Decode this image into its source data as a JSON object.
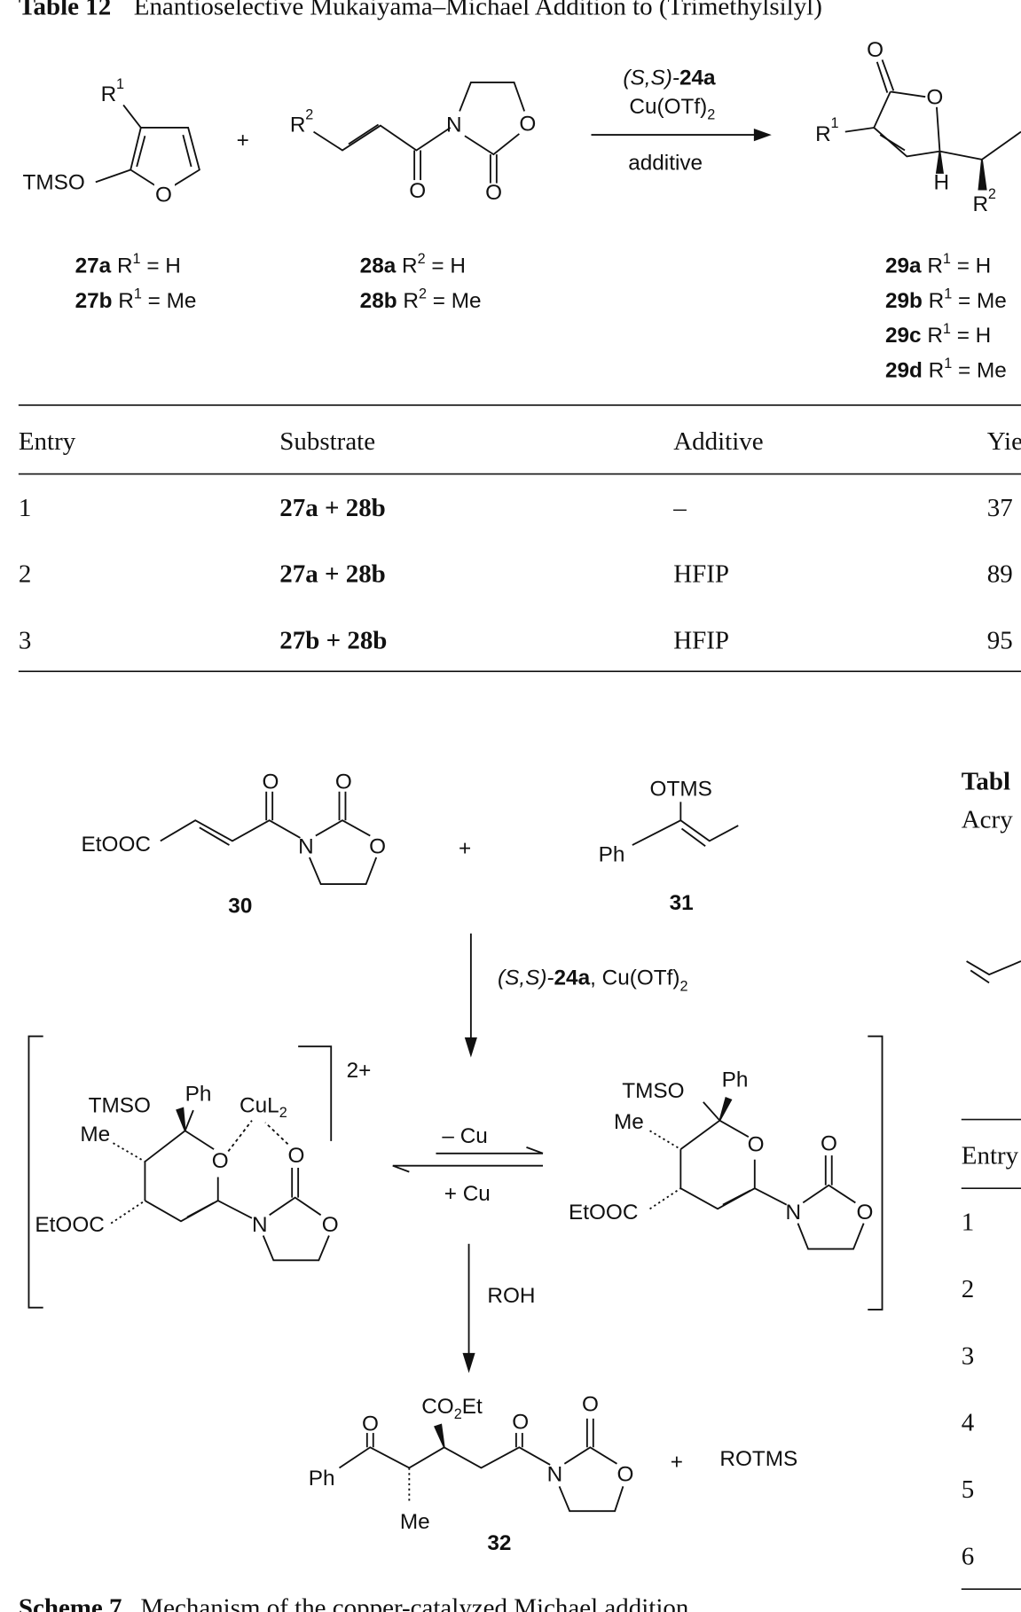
{
  "table12": {
    "title_label": "Table 12",
    "title_text": "Enantioselective Mukaiyama–Michael Addition to (Trimethylsilyl)",
    "scheme": {
      "r1": "R",
      "r1_sup": "1",
      "tmso": "TMSO",
      "o": "O",
      "plus": "+",
      "r2": "R",
      "r2_sup": "2",
      "n": "N",
      "h": "H",
      "cond_line1_pre": "(S,S)-",
      "cond_line1_bold": "24a",
      "cond_line2": "Cu(OTf)",
      "cond_line2_sub": "2",
      "cond_line3": "additive",
      "compounds_27": [
        {
          "id": "27a",
          "text": " R",
          "sup": "1",
          "rest": " = H"
        },
        {
          "id": "27b",
          "text": " R",
          "sup": "1",
          "rest": " = Me"
        }
      ],
      "compounds_28": [
        {
          "id": "28a",
          "text": " R",
          "sup": "2",
          "rest": " = H"
        },
        {
          "id": "28b",
          "text": " R",
          "sup": "2",
          "rest": " = Me"
        }
      ],
      "compounds_29": [
        {
          "id": "29a",
          "text": " R",
          "sup": "1",
          "rest": " = H"
        },
        {
          "id": "29b",
          "text": " R",
          "sup": "1",
          "rest": " = Me"
        },
        {
          "id": "29c",
          "text": " R",
          "sup": "1",
          "rest": " = H"
        },
        {
          "id": "29d",
          "text": " R",
          "sup": "1",
          "rest": " = Me"
        }
      ]
    },
    "columns": [
      "Entry",
      "Substrate",
      "Additive",
      "Yield"
    ],
    "rows": [
      {
        "entry": "1",
        "substrate": "27a + 28b",
        "additive": "–",
        "yield": "37"
      },
      {
        "entry": "2",
        "substrate": "27a + 28b",
        "additive": "HFIP",
        "yield": "89"
      },
      {
        "entry": "3",
        "substrate": "27b + 28b",
        "additive": "HFIP",
        "yield": "95"
      }
    ]
  },
  "scheme7": {
    "c30_etooc": "EtOOC",
    "c30_label": "30",
    "c31_otms": "OTMS",
    "c31_ph": "Ph",
    "c31_label": "31",
    "plus": "+",
    "step1_pre": "(S,S)-",
    "step1_bold": "24a",
    "step1_post": ", Cu(OTf)",
    "step1_sub": "2",
    "charge": "2+",
    "int_tmso": "TMSO",
    "int_ph": "Ph",
    "int_cul": "CuL",
    "int_cul_sub": "2",
    "int_me": "Me",
    "int_etooc": "EtOOC",
    "o": "O",
    "n": "N",
    "minus_cu": "– Cu",
    "plus_cu": "+ Cu",
    "step2": "ROH",
    "p_co2et": "CO",
    "p_co2et_sub": "2",
    "p_co2et_end": "Et",
    "p_me": "Me",
    "p_label": "32",
    "rotms": "ROTMS",
    "caption_label": "Scheme 7",
    "caption_text": "Mechanism of the copper-catalyzed Michael addition"
  },
  "table13": {
    "title_label": "Tabl",
    "title_text": "Acry",
    "header": "Entry",
    "entries": [
      "1",
      "2",
      "3",
      "4",
      "5",
      "6"
    ]
  }
}
